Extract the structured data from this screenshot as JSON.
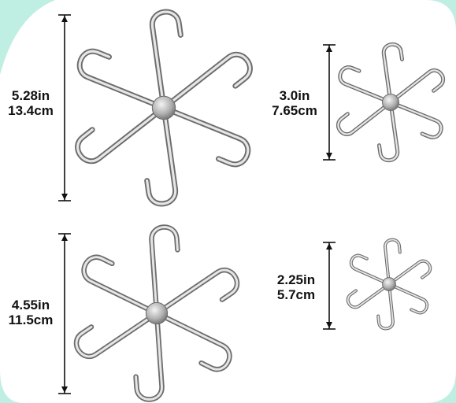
{
  "colors": {
    "background_mint": "#bfeee2",
    "panel": "#ffffff",
    "metal_light": "#e6e6e6",
    "metal_mid": "#a8a8a8",
    "metal_dark": "#6c6c6c",
    "dimension_line": "#111111"
  },
  "hooks": [
    {
      "id": "large",
      "inches": "5.28in",
      "centimeters": "13.4cm"
    },
    {
      "id": "small",
      "inches": "3.0in",
      "centimeters": "7.65cm"
    },
    {
      "id": "medium",
      "inches": "4.55in",
      "centimeters": "11.5cm"
    },
    {
      "id": "xsmall",
      "inches": "2.25in",
      "centimeters": "5.7cm"
    }
  ]
}
